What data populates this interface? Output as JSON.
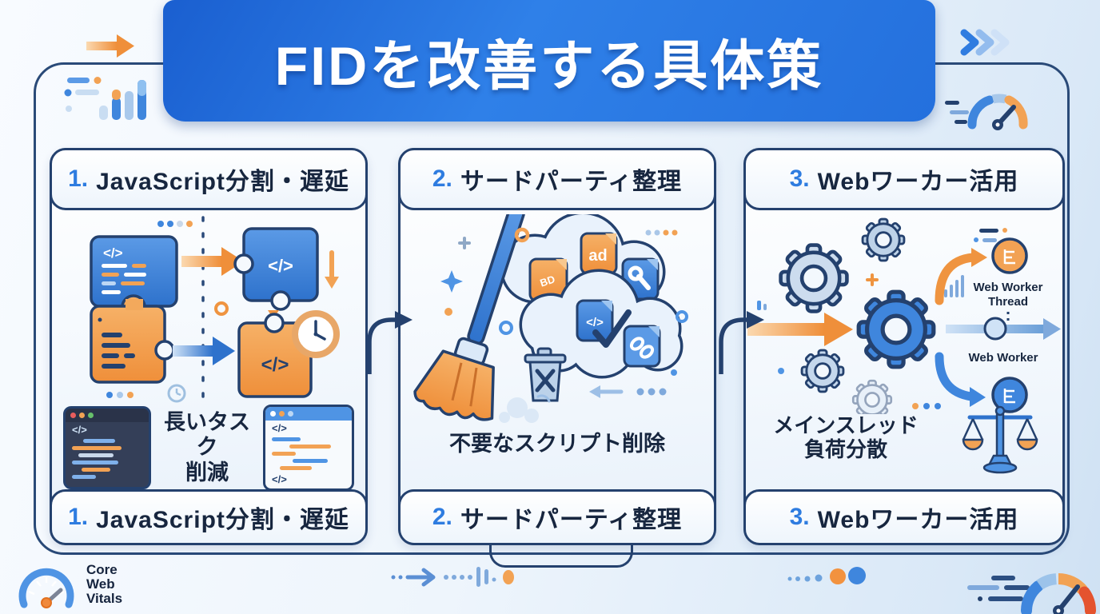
{
  "header": {
    "title": "FIDを改善する具体策"
  },
  "panels": [
    {
      "number": "1.",
      "title": "JavaScript分割・遅延",
      "caption_line1": "長いタスク",
      "caption_line2": "削減"
    },
    {
      "number": "2.",
      "title": "サードパーティ整理",
      "caption": "不要なスクリプト削除"
    },
    {
      "number": "3.",
      "title": "Webワーカー活用",
      "caption_line1": "メインスレッド",
      "caption_line2": "負荷分散"
    }
  ],
  "worker_labels": {
    "thread_line1": "Web Worker",
    "thread_line2": "Thread",
    "worker": "Web Worker"
  },
  "glyphs": {
    "code": "</>",
    "ad": "ad",
    "tag": "BD"
  },
  "logo": {
    "line1": "Core",
    "line2": "Web",
    "line3": "Vitals"
  },
  "colors": {
    "banner_blue": "#2470dd",
    "accent_blue": "#2e7ce0",
    "accent_orange": "#f2a254",
    "navy": "#24416e"
  }
}
